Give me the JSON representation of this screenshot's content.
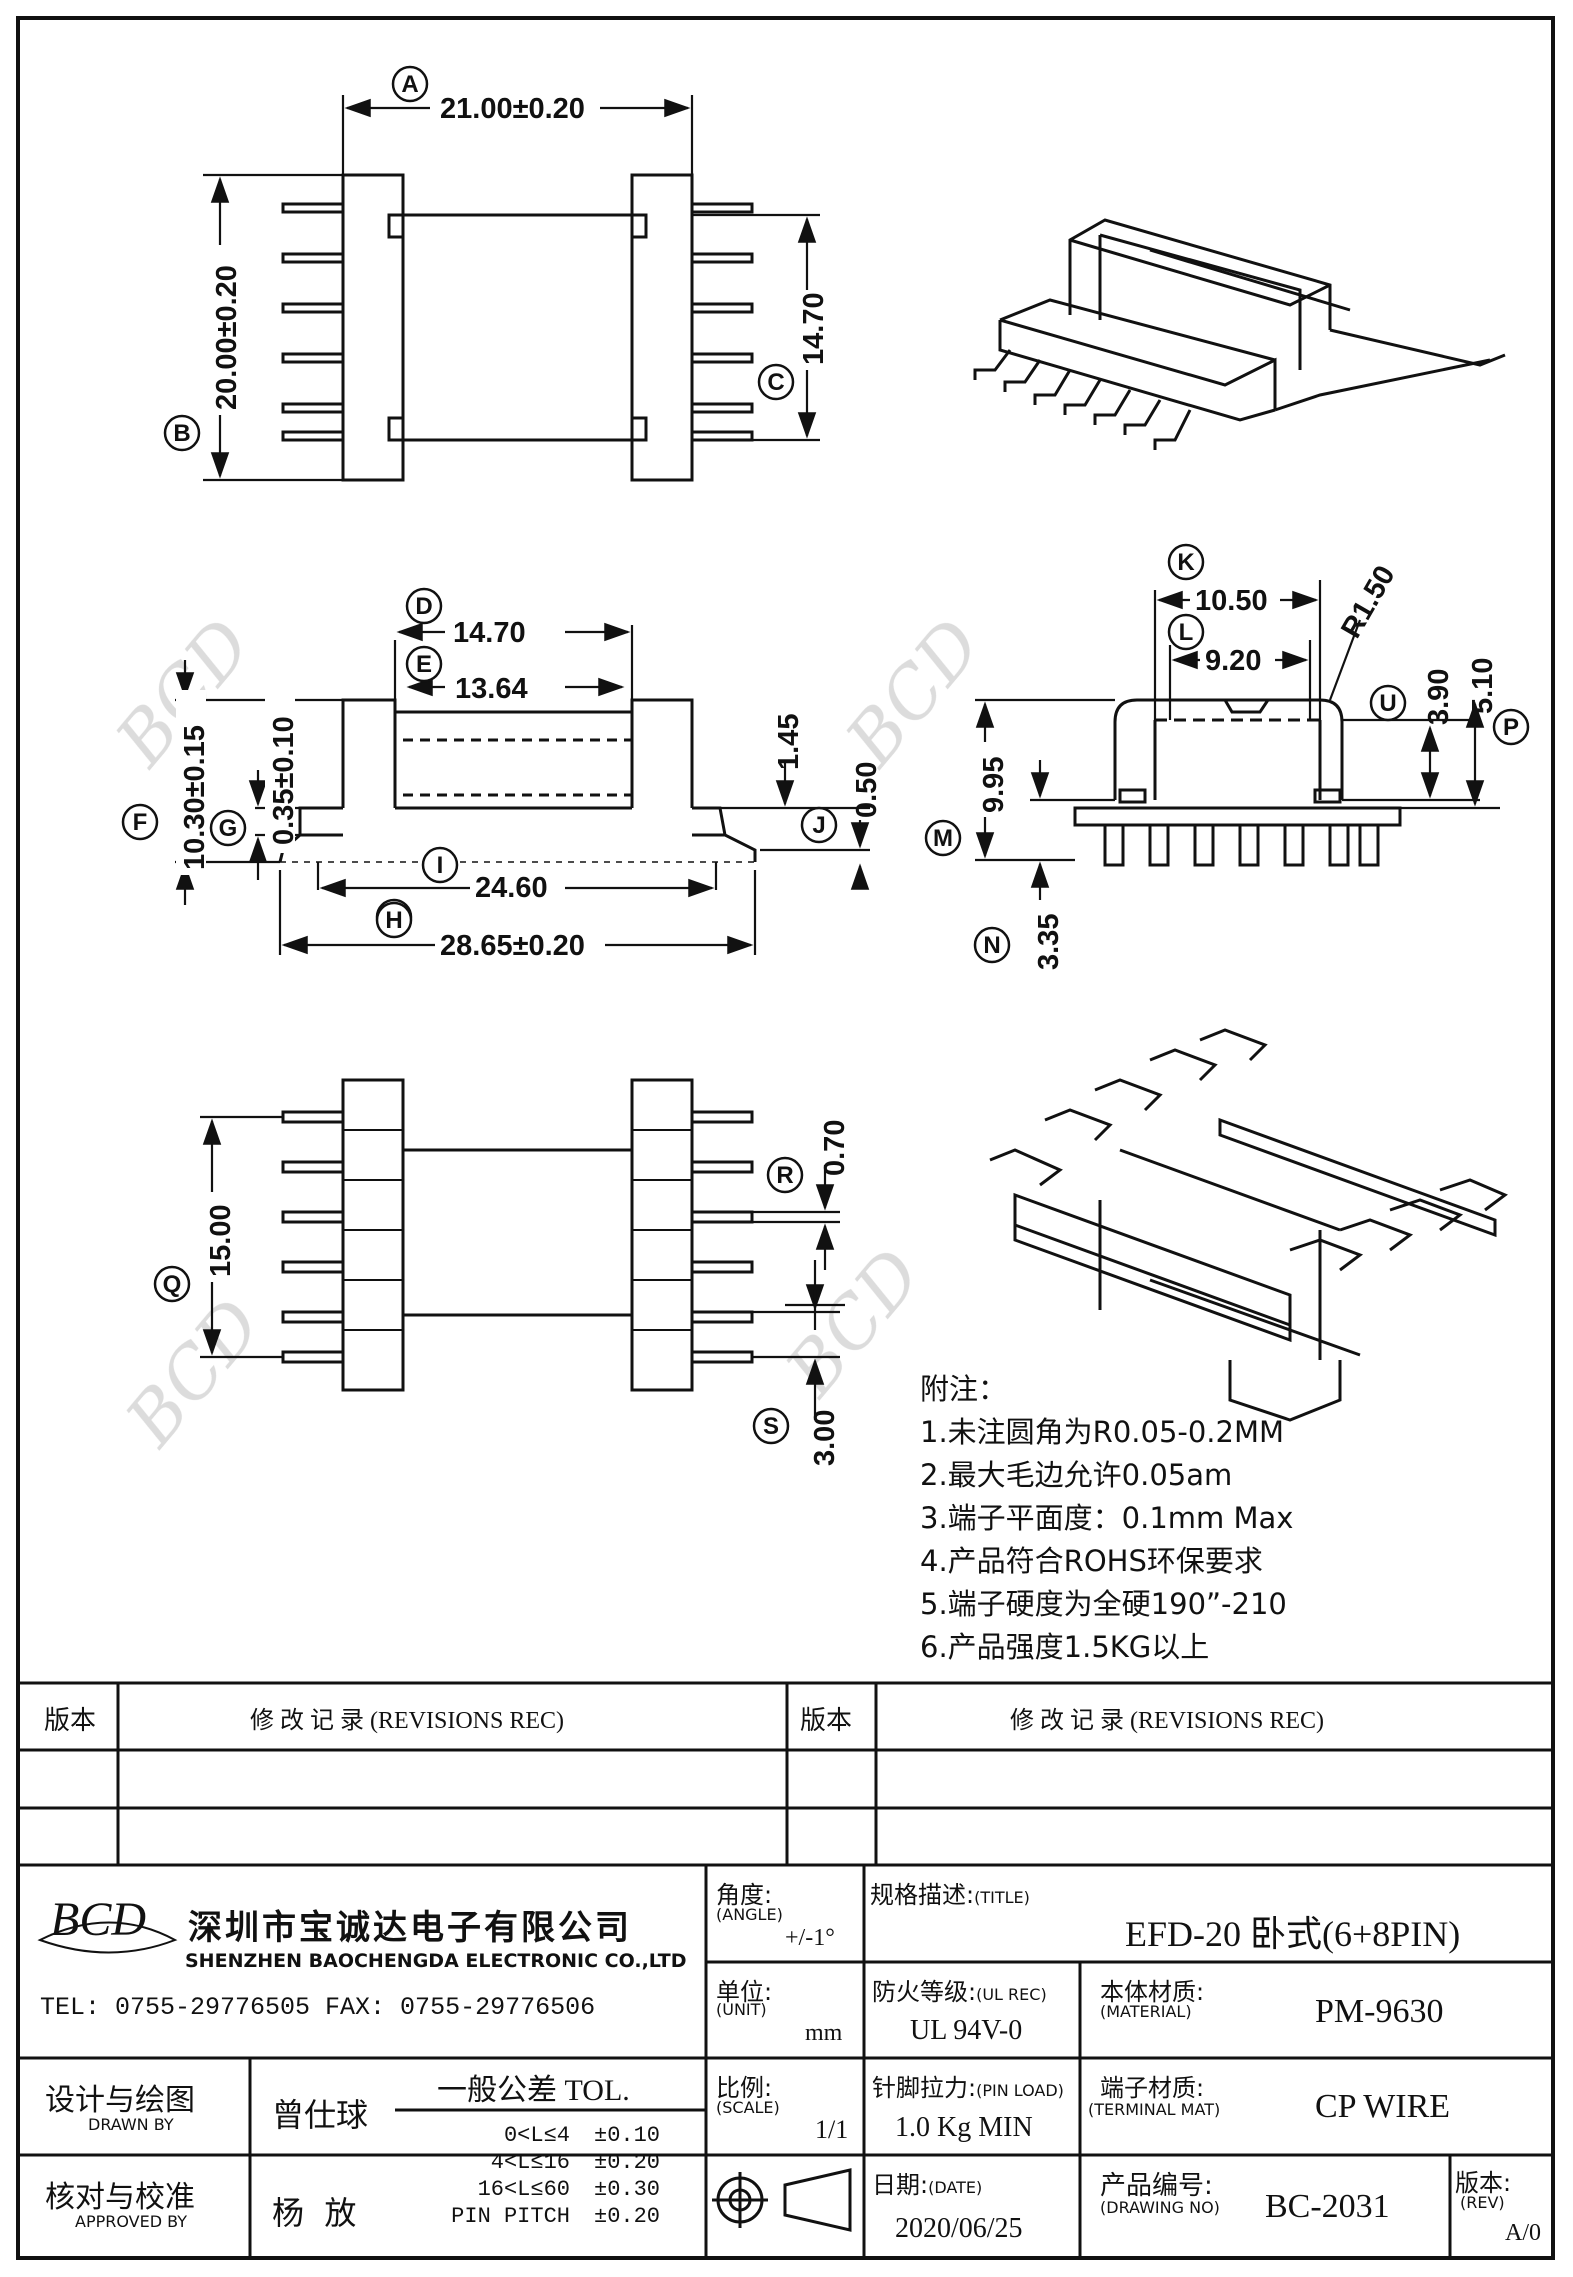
{
  "notes": {
    "title": "附注：",
    "lines": [
      "1.未注圆角为R0.05-0.2MM",
      "2.最大毛边允许0.05am",
      "3.端子平面度：0.1mm Max",
      "4.产品符合ROHS环保要求",
      "5.端子硬度为全硬190”-210",
      "6.产品强度1.5KG以上"
    ]
  },
  "dimensions": {
    "A": "21.00±0.20",
    "B": "20.00±0.20",
    "C": "14.70",
    "D": "14.70",
    "E": "13.64",
    "F": "10.30±0.15",
    "G": "0.35±0.10",
    "I": "24.60",
    "H": "28.65±0.20",
    "J_top": "1.45",
    "J": "0.50",
    "K": "10.50",
    "L": "9.20",
    "R": "R1.50",
    "U": "3.90",
    "P": "5.10",
    "M": "9.95",
    "N": "3.35",
    "Q": "15.00",
    "R2": "0.70",
    "S": "3.00"
  },
  "callouts": [
    "A",
    "B",
    "C",
    "D",
    "E",
    "F",
    "G",
    "H",
    "I",
    "J",
    "K",
    "L",
    "M",
    "N",
    "P",
    "Q",
    "R",
    "S",
    "U"
  ],
  "revisions": {
    "col_version": "版本",
    "col_record": "修 改 记 录 (REVISIONS REC)"
  },
  "company": {
    "logo": "BCD",
    "name_cn": "深圳市宝诚达电子有限公司",
    "name_en": "SHENZHEN BAOCHENGDA ELECTRONIC CO.,LTD",
    "tel": "TEL: 0755-29776505  FAX: 0755-29776506"
  },
  "titleblock": {
    "angle_label": "角度:",
    "angle_sub": "(ANGLE)",
    "angle_value": "+/-1°",
    "title_label": "规格描述:",
    "title_sub": "(TITLE)",
    "title_value": "EFD-20 卧式(6+8PIN)",
    "unit_label": "单位:",
    "unit_sub": "(UNIT)",
    "unit_value": "mm",
    "ul_label": "防火等级:",
    "ul_sub": "(UL REC)",
    "ul_value": "UL 94V-0",
    "material_label": "本体材质:",
    "material_sub": "(MATERIAL)",
    "material_value": "PM-9630",
    "drawn_label": "设计与绘图",
    "drawn_sub": "DRAWN BY",
    "drawn_value": "曾仕球",
    "tol_label": "一般公差 TOL.",
    "tol_rows": [
      [
        "0<L≤4",
        "±0.10"
      ],
      [
        "4<L≤16",
        "±0.20"
      ],
      [
        "16<L≤60",
        "±0.30"
      ],
      [
        "PIN PITCH",
        "±0.20"
      ]
    ],
    "scale_label": "比例:",
    "scale_sub": "(SCALE)",
    "scale_value": "1/1",
    "pin_label": "针脚拉力:",
    "pin_sub": "(PIN LOAD)",
    "pin_value": "1.0 Kg MIN",
    "terminal_label": "端子材质:",
    "terminal_sub": "(TERMINAL MAT)",
    "terminal_value": "CP WIRE",
    "approved_label": "核对与校准",
    "approved_sub": "APPROVED BY",
    "approved_value": "杨  放",
    "date_label": "日期:",
    "date_sub": "(DATE)",
    "date_value": "2020/06/25",
    "drawing_label": "产品编号:",
    "drawing_sub": "(DRAWING NO)",
    "drawing_value": "BC-2031",
    "rev_label": "版本:",
    "rev_sub": "(REV)",
    "rev_value": "A/0"
  }
}
